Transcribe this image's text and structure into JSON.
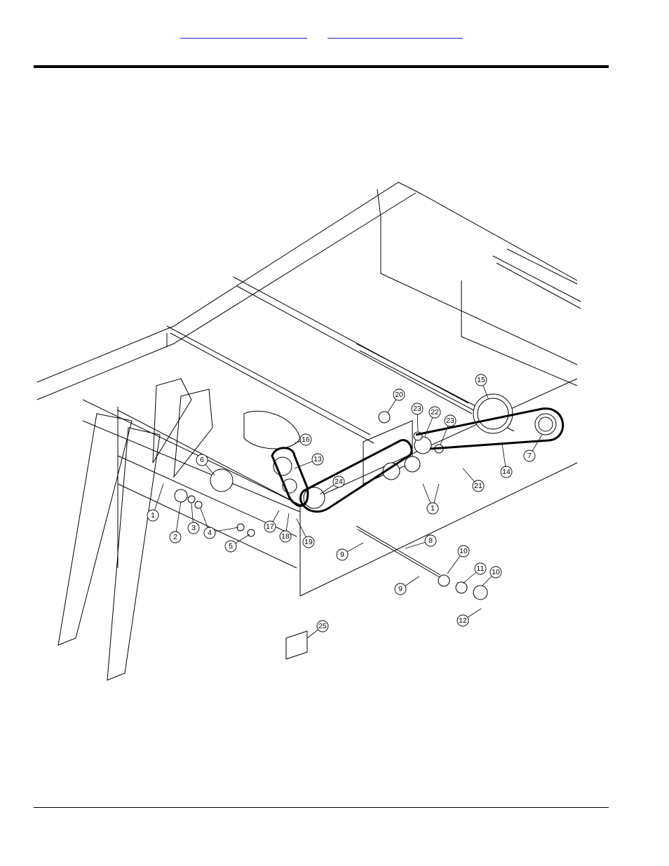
{
  "header": {
    "links": [
      {
        "label": ""
      },
      {
        "label": ""
      }
    ]
  },
  "diagram": {
    "callouts": [
      "1",
      "2",
      "3",
      "4",
      "5",
      "6",
      "7",
      "8",
      "9",
      "10",
      "11",
      "12",
      "13",
      "14",
      "15",
      "16",
      "17",
      "18",
      "19",
      "20",
      "21",
      "22",
      "23",
      "24",
      "25",
      "1",
      "9",
      "10",
      "23"
    ]
  }
}
